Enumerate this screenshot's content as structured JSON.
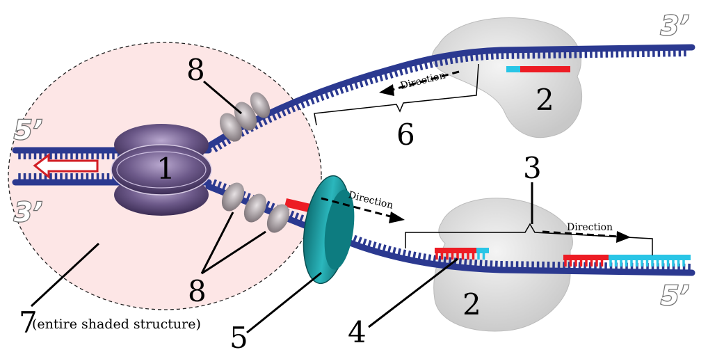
{
  "labels": {
    "helicase": "1",
    "polymerase_top": "2",
    "polymerase_bottom": "2",
    "okazaki_fragment": "3",
    "primer": "4",
    "clamp": "5",
    "leading_strand_region": "6",
    "replisome": "7",
    "replisome_note": "(entire shaded structure)",
    "ssb_top": "8",
    "ssb_bottom": "8"
  },
  "ends": {
    "top_left": "5’",
    "bottom_left": "3’",
    "top_right": "3’",
    "bottom_right": "5’"
  },
  "direction": {
    "top": "Direction",
    "middle": "Direction",
    "right": "Direction"
  },
  "colors": {
    "backbone": "#2b3990",
    "primer": "#ed1c24",
    "new_dna": "#29c5e6",
    "helicase": "#5e4a7a",
    "clamp": "#1aa3a8",
    "polymerase": "#dcdcdc",
    "replisome_shade": "#fde6e6"
  }
}
